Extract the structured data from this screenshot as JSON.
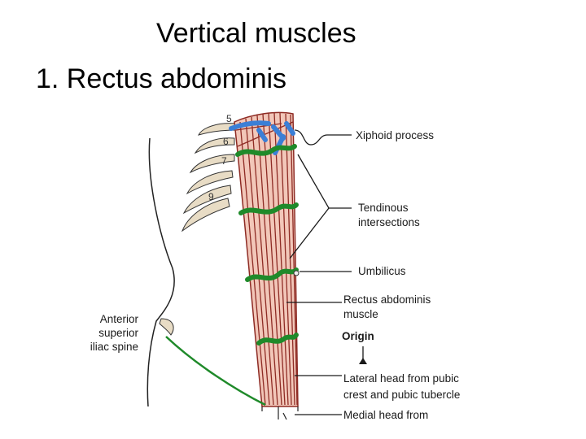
{
  "slide": {
    "heading": "Vertical muscles",
    "subheading": "1. Rectus abdominis"
  },
  "diagram": {
    "rib_numbers": [
      "5",
      "6",
      "7",
      "9"
    ],
    "labels": {
      "xiphoid": "Xiphoid process",
      "tendinous_1": "Tendinous",
      "tendinous_2": "intersections",
      "umbilicus": "Umbilicus",
      "rectus_1": "Rectus abdominis",
      "rectus_2": "muscle",
      "origin": "Origin",
      "lateral_1": "Lateral head from pubic",
      "lateral_2": "crest and pubic tubercle",
      "medial": "Medial head from",
      "asis_1": "Anterior",
      "asis_2": "superior",
      "asis_3": "iliac spine"
    },
    "colors": {
      "muscle_fill": "#f2c7b9",
      "muscle_fiber": "#8e2b24",
      "tendinous": "#1f8a2a",
      "cartilage": "#3b7fd6",
      "rib": "#e8dcc5",
      "leader": "#1a1a1a"
    }
  }
}
